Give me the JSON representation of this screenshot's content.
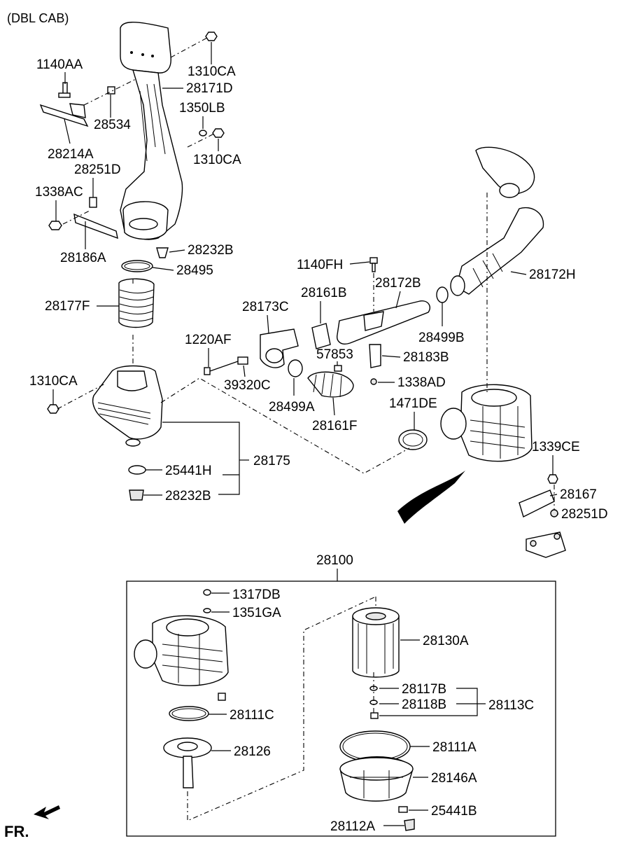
{
  "header": {
    "variant": "(DBL CAB)"
  },
  "direction": {
    "label": "FR."
  },
  "assembly": {
    "number": "28100"
  },
  "labels": {
    "p1140AA": "1140AA",
    "p1310CA_a": "1310CA",
    "p28171D": "28171D",
    "p28534": "28534",
    "p1350LB": "1350LB",
    "p28214A": "28214A",
    "p1310CA_b": "1310CA",
    "p28251D_a": "28251D",
    "p1338AC": "1338AC",
    "p28186A": "28186A",
    "p28232B_a": "28232B",
    "p28495": "28495",
    "p28177F": "28177F",
    "p1310CA_c": "1310CA",
    "p28175": "28175",
    "p25441H": "25441H",
    "p28232B_b": "28232B",
    "p1140FH": "1140FH",
    "p28172B": "28172B",
    "p28172H": "28172H",
    "p28161B": "28161B",
    "p28173C": "28173C",
    "p28499B": "28499B",
    "p1220AF": "1220AF",
    "p57853": "57853",
    "p28183B": "28183B",
    "p39320C": "39320C",
    "p1338AD": "1338AD",
    "p28499A": "28499A",
    "p28161F": "28161F",
    "p1471DE": "1471DE",
    "p1339CE": "1339CE",
    "p28167": "28167",
    "p28251D_b": "28251D",
    "p1317DB": "1317DB",
    "p1351GA": "1351GA",
    "p28130A": "28130A",
    "p28117B": "28117B",
    "p28118B": "28118B",
    "p28113C": "28113C",
    "p28111C": "28111C",
    "p28126": "28126",
    "p28111A": "28111A",
    "p28146A": "28146A",
    "p25441B": "25441B",
    "p28112A": "28112A"
  }
}
